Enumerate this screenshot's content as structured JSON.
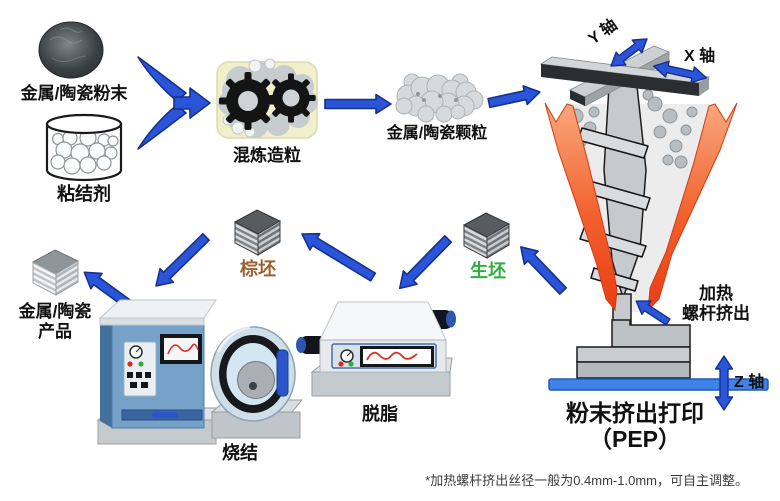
{
  "diagram": {
    "materials": {
      "powder_label": "金属/陶瓷粉末",
      "binder_label": "粘结剂"
    },
    "mixing": {
      "label": "混炼造粒"
    },
    "granules": {
      "label": "金属/陶瓷颗粒"
    },
    "printer": {
      "y_axis_label": "Y 轴",
      "x_axis_label": "X 轴",
      "z_axis_label": "Z 轴",
      "heated_screw_line1": "加热",
      "heated_screw_line2": "螺杆挤出",
      "title_line1": "粉末挤出打印",
      "title_line2": "（PEP）"
    },
    "bodies": {
      "green_label": "生坯",
      "brown_label": "棕坯"
    },
    "machines": {
      "debinding_label": "脱脂",
      "sintering_label": "烧结"
    },
    "product": {
      "label_line1": "金属/陶瓷",
      "label_line2": "产品"
    },
    "footnote": "*加热螺杆挤出丝径一般为0.4mm-1.0mm，可自主调整。"
  },
  "colors": {
    "flow_arrow_blue": "#2b55d8",
    "arrow_outline": "#15308e",
    "green_body_text": "#2fae3e",
    "brown_body_text": "#9c5f2e",
    "hopper_heat_orange": "#ee4e22",
    "build_platform_blue": "#3f82e8",
    "machine_panel_blue": "#76a2ca",
    "mixing_box_yellow": "#f2f0cb"
  }
}
